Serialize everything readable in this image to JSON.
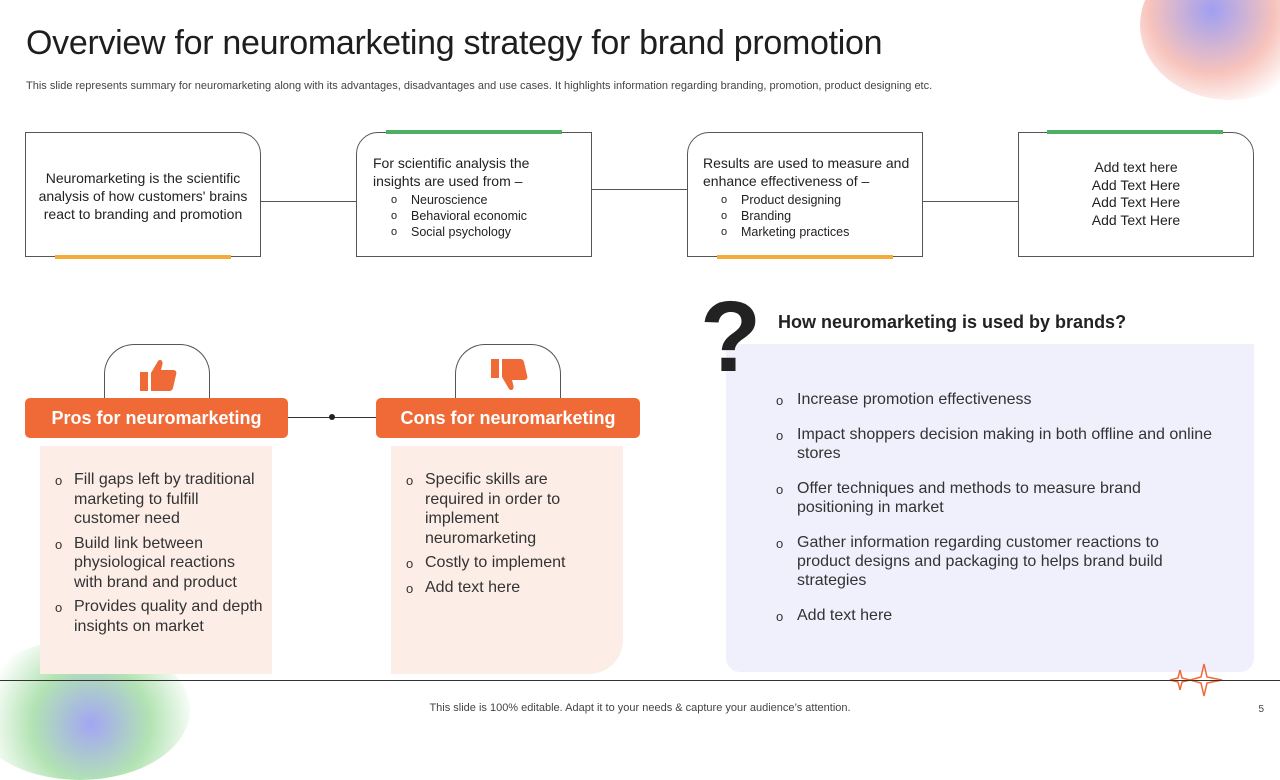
{
  "slide": {
    "title": "Overview for neuromarketing strategy for brand promotion",
    "subtitle": "This slide represents summary for neuromarketing along with its advantages, disadvantages and use cases. It highlights information regarding branding, promotion, product designing etc.",
    "footer": "This slide is 100% editable. Adapt it to your needs & capture your audience’s attention.",
    "page_number": "5"
  },
  "flow": {
    "box1": {
      "text": "Neuromarketing is the scientific analysis of how customers' brains react to branding and promotion"
    },
    "box2": {
      "intro": "For scientific analysis the insights are used from –",
      "items": [
        "Neuroscience",
        "Behavioral  economic",
        "Social psychology"
      ]
    },
    "box3": {
      "intro": "Results are used to measure and enhance effectiveness of –",
      "items": [
        "Product designing",
        "Branding",
        "Marketing practices"
      ]
    },
    "box4": {
      "lines": [
        "Add text here",
        "Add Text Here",
        "Add Text Here",
        "Add Text Here"
      ]
    }
  },
  "usage": {
    "symbol": "?",
    "title": "How neuromarketing is used by brands?",
    "items": [
      "Increase promotion effectiveness",
      "Impact shoppers decision making in both offline and online stores",
      "Offer techniques and methods to measure brand positioning in market",
      "Gather information regarding customer reactions to product designs and packaging to helps brand build strategies",
      "Add text here"
    ]
  },
  "pros": {
    "label": "Pros for neuromarketing",
    "icon": "thumbs-up-icon",
    "items": [
      "Fill gaps left by traditional marketing to fulfill customer need",
      "Build link between physiological reactions with brand and product",
      "Provides quality and depth insights on market"
    ]
  },
  "cons": {
    "label": "Cons for neuromarketing",
    "icon": "thumbs-down-icon",
    "items": [
      "Specific skills are required in order to implement neuromarketing",
      "Costly to implement",
      "Add text here"
    ]
  },
  "bullet_glyph": "o",
  "colors": {
    "accent": "#ef6a37",
    "bar_orange": "#f3ab3a",
    "bar_green": "#4caf63",
    "panel_lavender": "#eff0fc",
    "panel_peach": "#fcede6"
  }
}
